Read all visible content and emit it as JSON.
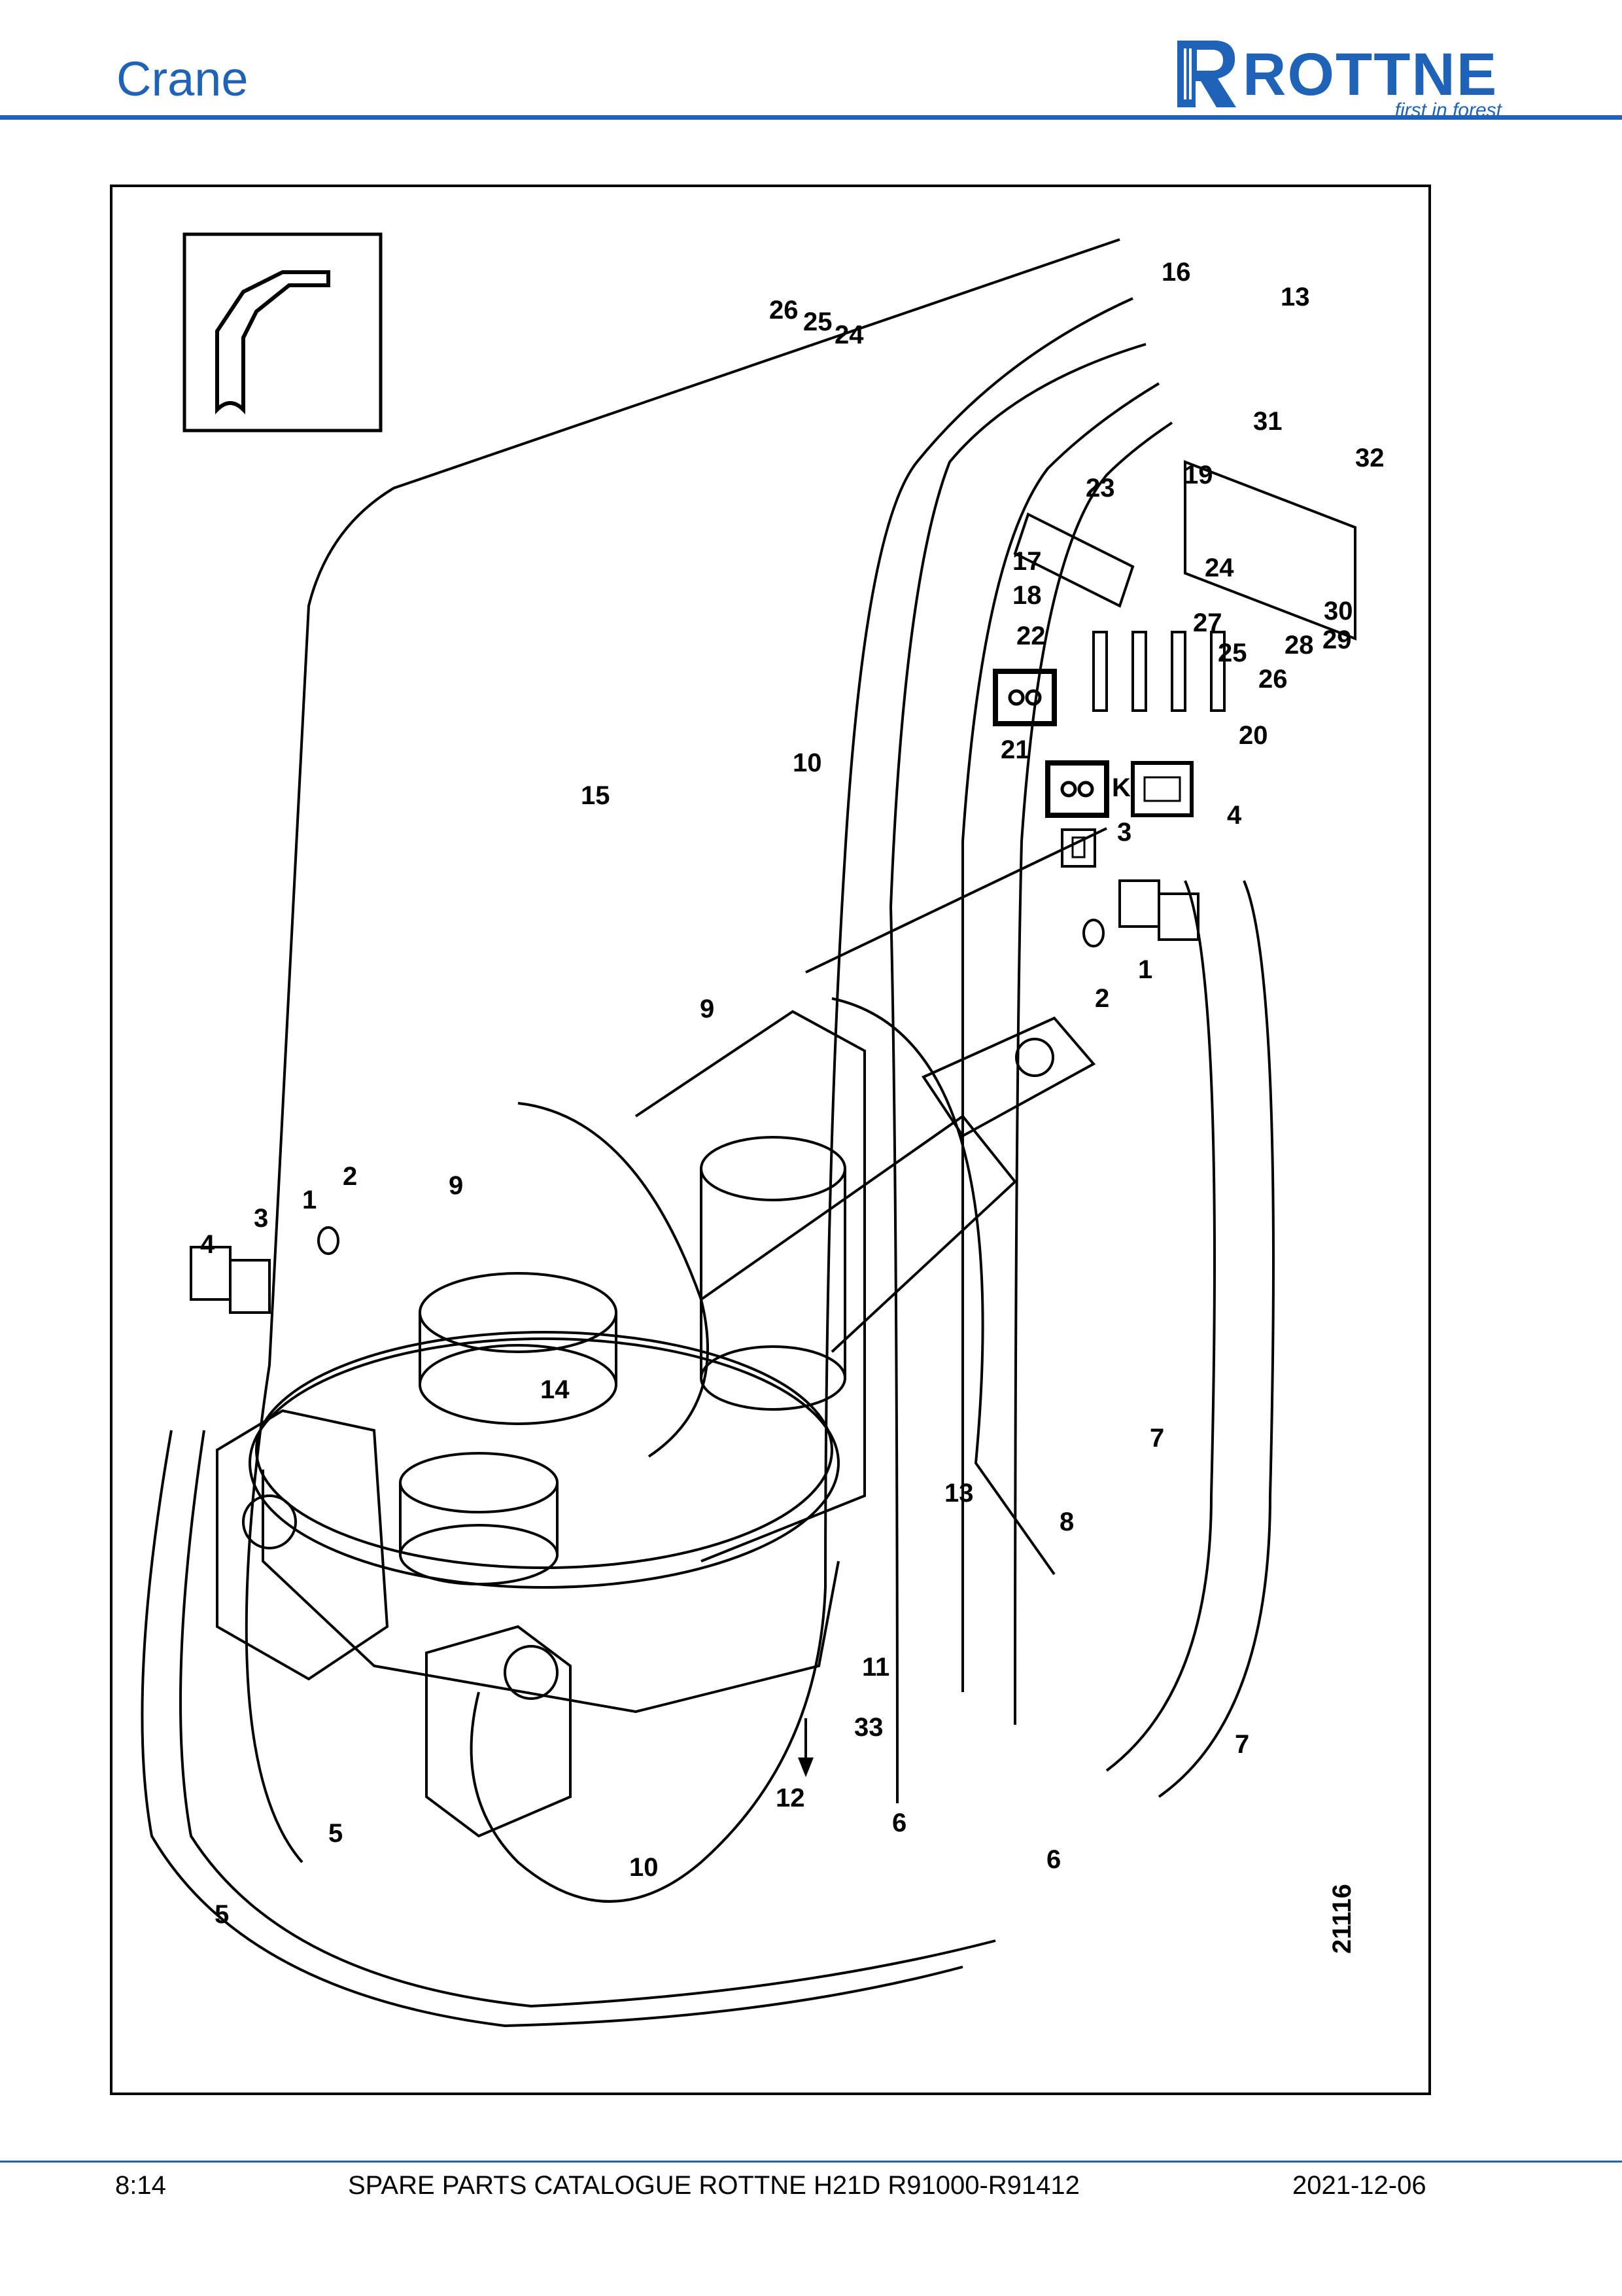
{
  "header": {
    "title": "Crane",
    "logo_word": "ROTTNE",
    "logo_tagline": "first in forest",
    "accent_color": "#1f63b8"
  },
  "diagram": {
    "figure_number": "21116",
    "symbols": [
      "crane-arm-icon",
      "connector-2pin-icon",
      "connector-8pin-icon",
      "battery-icon",
      "arrow-down-icon"
    ],
    "k_label": "K",
    "callouts": [
      "1",
      "1",
      "2",
      "2",
      "3",
      "3",
      "4",
      "4",
      "5",
      "5",
      "6",
      "6",
      "7",
      "7",
      "8",
      "9",
      "9",
      "10",
      "10",
      "11",
      "12",
      "13",
      "13",
      "14",
      "15",
      "16",
      "17",
      "18",
      "19",
      "20",
      "21",
      "22",
      "23",
      "24",
      "24",
      "25",
      "25",
      "26",
      "26",
      "27",
      "28",
      "29",
      "30",
      "31",
      "32",
      "33"
    ]
  },
  "footer": {
    "page": "8:14",
    "catalogue": "SPARE PARTS CATALOGUE ROTTNE H21D R91000-R91412",
    "date": "2021-12-06"
  }
}
